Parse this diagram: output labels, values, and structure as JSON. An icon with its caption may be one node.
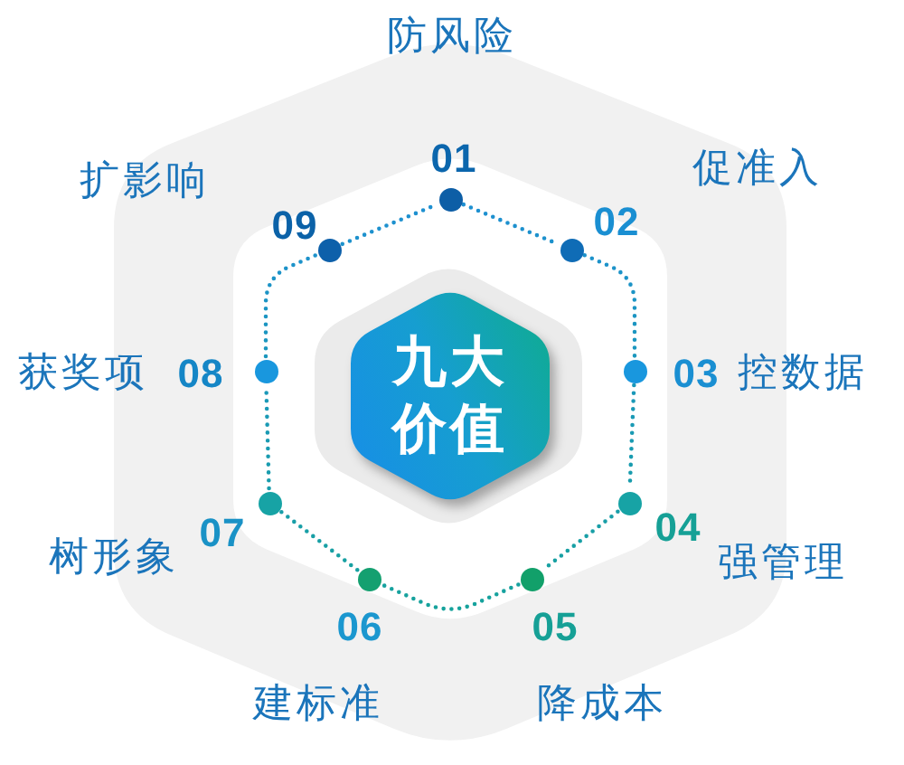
{
  "diagram": {
    "nodes": [
      {
        "text": [
          "九大价值"
        ]
      },
      {
        "text": [],
        "shape": "circle",
        "beside": [
          "01",
          "防风险"
        ]
      },
      {
        "text": [],
        "shape": "circle",
        "beside": [
          "02",
          "促准入"
        ]
      },
      {
        "text": [],
        "shape": "circle",
        "beside": [
          "03",
          "控数据"
        ]
      },
      {
        "text": [],
        "shape": "circle",
        "beside": [
          "04",
          "强管理"
        ]
      },
      {
        "text": [],
        "shape": "circle",
        "beside": [
          "05",
          "降成本"
        ]
      },
      {
        "text": [],
        "shape": "circle",
        "beside": [
          "06",
          "建标准"
        ]
      },
      {
        "text": [],
        "shape": "circle",
        "beside": [
          "07",
          "树形象"
        ]
      },
      {
        "text": [],
        "shape": "circle",
        "beside": [
          "08",
          "获奖项"
        ]
      },
      {
        "text": [],
        "shape": "circle",
        "beside": [
          "09",
          "扩影响"
        ]
      }
    ],
    "edges": [
      {
        "from": 1,
        "to": 2,
        "arrow": "none",
        "style": "dashed"
      },
      {
        "from": 2,
        "to": 3,
        "arrow": "none",
        "style": "dashed"
      },
      {
        "from": 3,
        "to": 4,
        "arrow": "none",
        "style": "dashed"
      },
      {
        "from": 4,
        "to": 5,
        "arrow": "none",
        "style": "dashed"
      },
      {
        "from": 5,
        "to": 6,
        "arrow": "none",
        "style": "dashed"
      },
      {
        "from": 6,
        "to": 7,
        "arrow": "none",
        "style": "dashed"
      },
      {
        "from": 7,
        "to": 8,
        "arrow": "none",
        "style": "dashed"
      },
      {
        "from": 8,
        "to": 9,
        "arrow": "none",
        "style": "dashed"
      },
      {
        "from": 9,
        "to": 1,
        "arrow": "none",
        "style": "dashed"
      }
    ]
  }
}
